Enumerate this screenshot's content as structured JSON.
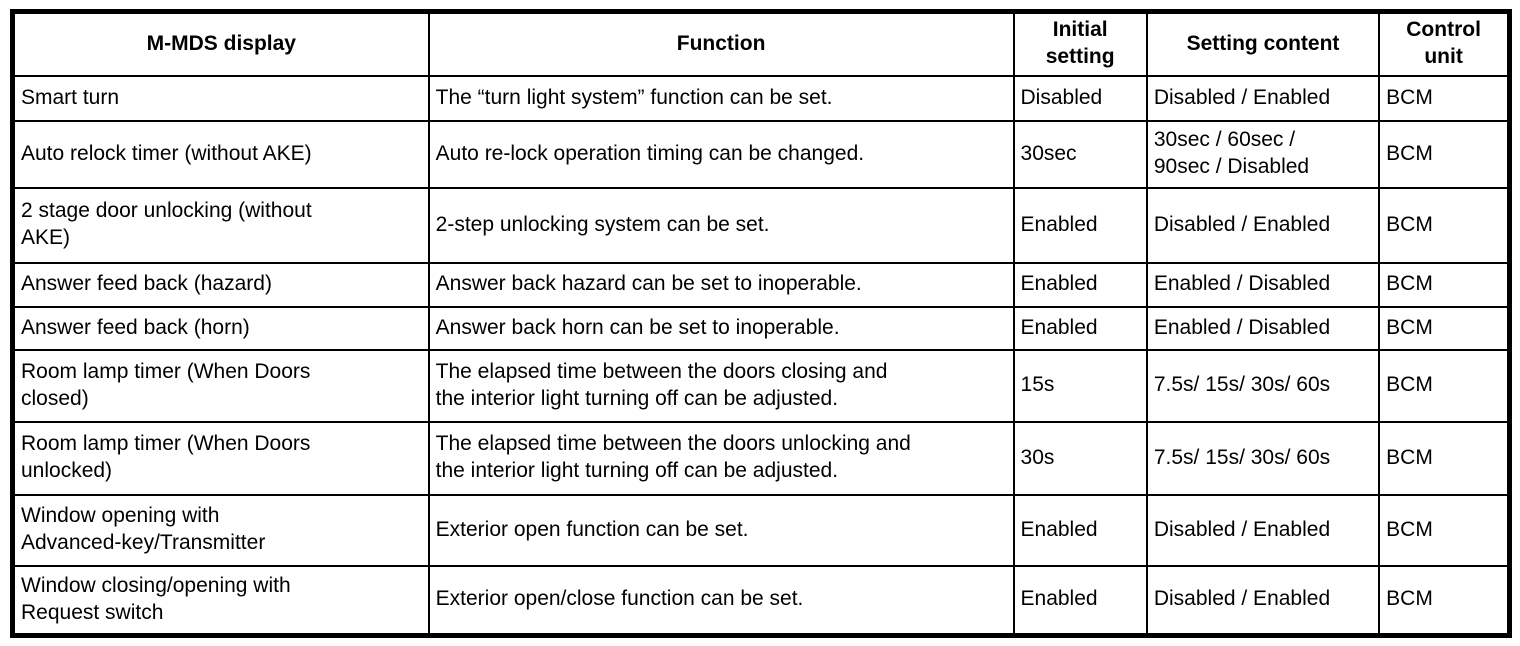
{
  "table": {
    "columns": {
      "display": "M-MDS display",
      "function": "Function",
      "initial": "Initial\nsetting",
      "content": "Setting content",
      "unit": "Control\nunit"
    },
    "rows": [
      {
        "display": "Smart turn",
        "function": "The “turn light system” function can be set.",
        "initial": "Disabled",
        "content": "Disabled / Enabled",
        "unit": "BCM"
      },
      {
        "display": "Auto relock timer (without AKE)",
        "function": "Auto re-lock operation timing can be changed.",
        "initial": "30sec",
        "content": "30sec / 60sec /\n90sec / Disabled",
        "unit": "BCM"
      },
      {
        "display": "2 stage door unlocking (without\nAKE)",
        "function": "2-step unlocking system can be set.",
        "initial": "Enabled",
        "content": "Disabled / Enabled",
        "unit": "BCM"
      },
      {
        "display": "Answer feed back (hazard)",
        "function": "Answer back hazard can be set to inoperable.",
        "initial": "Enabled",
        "content": "Enabled / Disabled",
        "unit": "BCM"
      },
      {
        "display": "Answer feed back (horn)",
        "function": "Answer back horn can be set to inoperable.",
        "initial": "Enabled",
        "content": "Enabled / Disabled",
        "unit": "BCM"
      },
      {
        "display": "Room lamp timer (When Doors\nclosed)",
        "function": "The elapsed time between the doors closing and\nthe interior light turning off can be adjusted.",
        "initial": "15s",
        "content": "7.5s/ 15s/ 30s/ 60s",
        "unit": "BCM"
      },
      {
        "display": "Room lamp timer (When Doors\nunlocked)",
        "function": "The elapsed time between the doors unlocking and\nthe interior light turning off can be adjusted.",
        "initial": "30s",
        "content": "7.5s/ 15s/ 30s/ 60s",
        "unit": "BCM"
      },
      {
        "display": "Window opening with\nAdvanced-key/Transmitter",
        "function": "Exterior open function can be set.",
        "initial": "Enabled",
        "content": "Disabled / Enabled",
        "unit": "BCM"
      },
      {
        "display": "Window closing/opening with\nRequest switch",
        "function": "Exterior open/close function can be set.",
        "initial": "Enabled",
        "content": "Disabled / Enabled",
        "unit": "BCM"
      }
    ]
  },
  "colors": {
    "text": "#000000",
    "border": "#000000",
    "background": "#ffffff"
  }
}
